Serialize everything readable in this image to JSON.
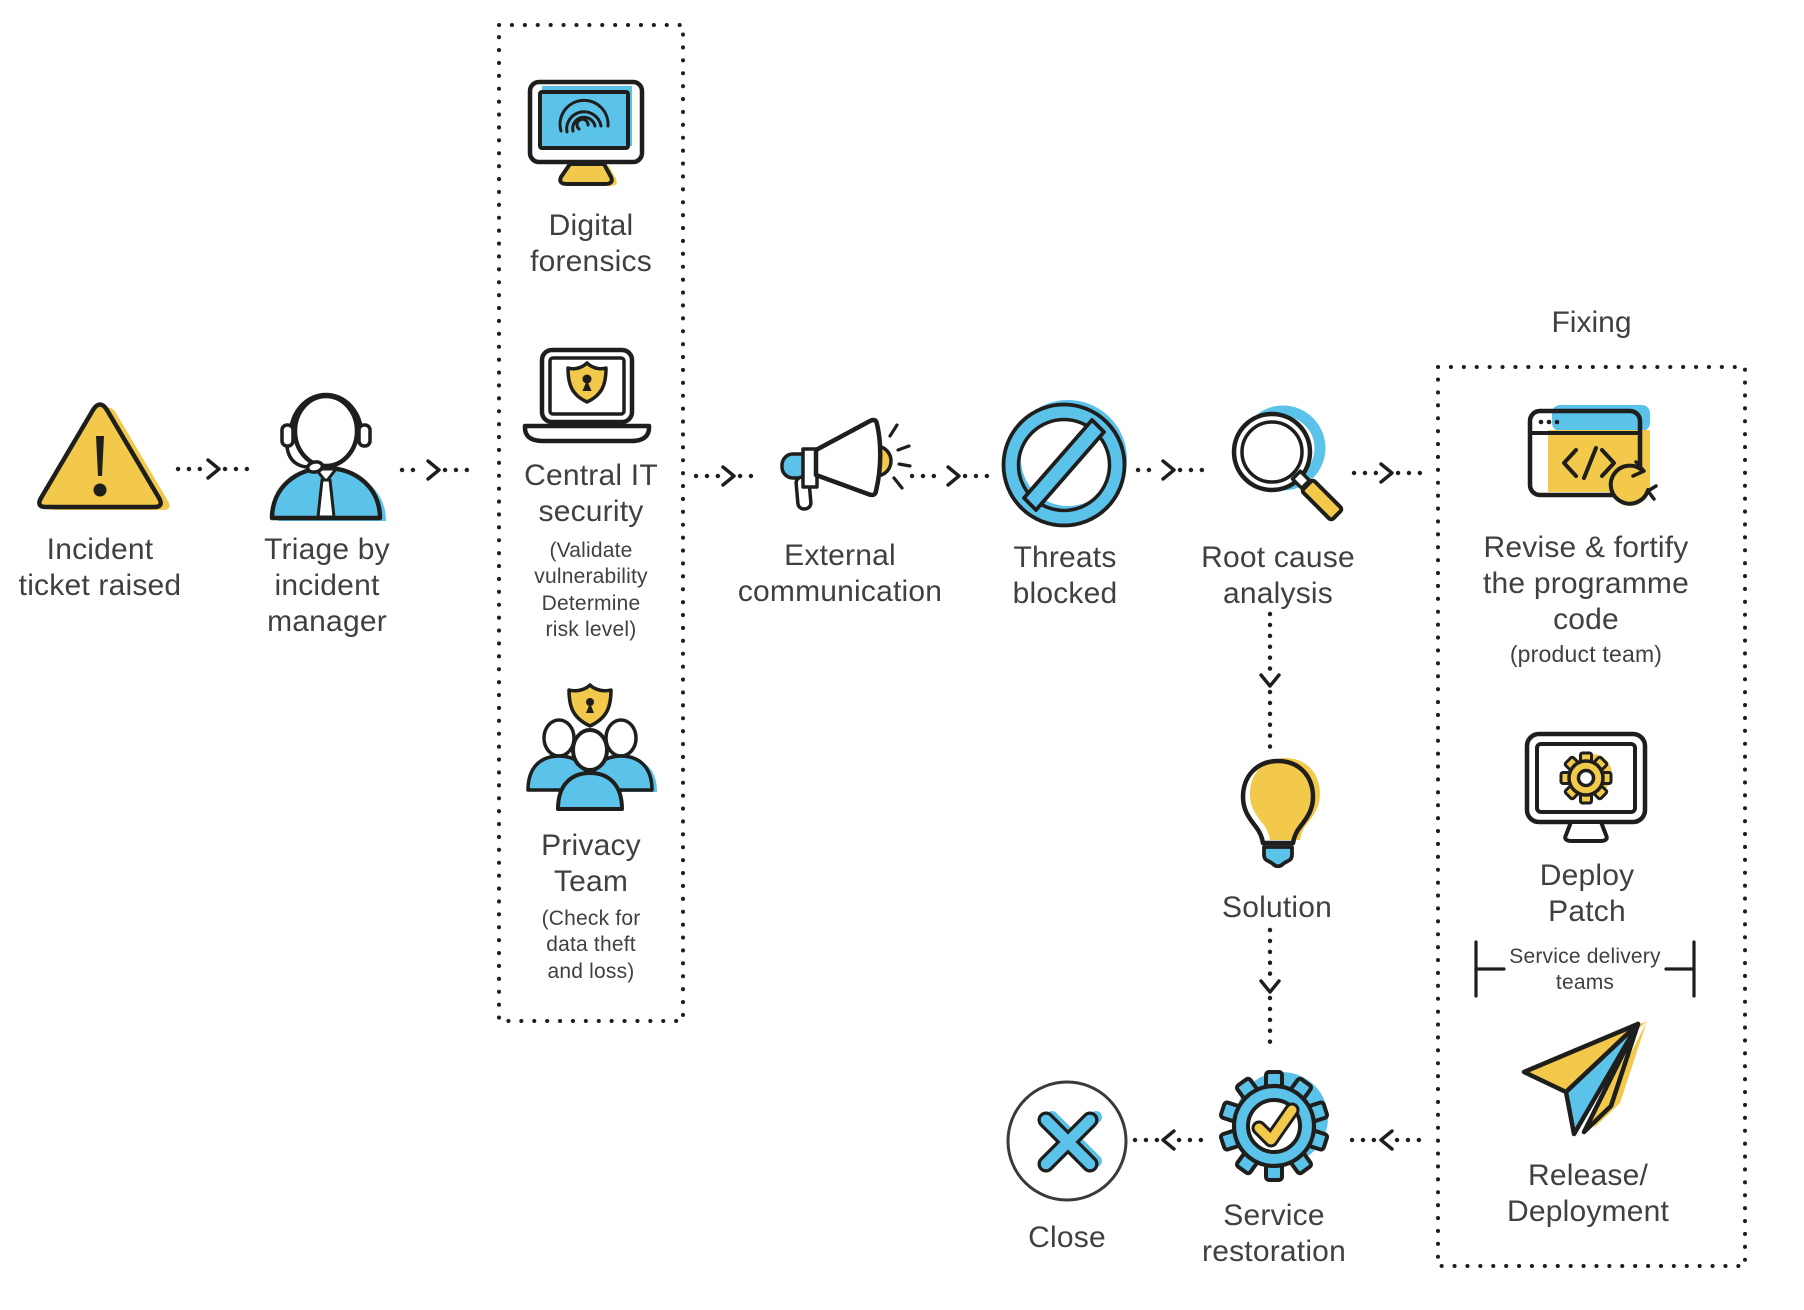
{
  "colors": {
    "yellow": "#F3C94B",
    "blue": "#5BC2E9",
    "ink": "#1e1e1c",
    "text": "#3f4043"
  },
  "nodes": {
    "incident": {
      "label": "Incident\nticket raised"
    },
    "triage": {
      "label": "Triage by\nincident\nmanager"
    },
    "forensics": {
      "label": "Digital\nforensics"
    },
    "central_it": {
      "label": "Central IT\nsecurity",
      "note": "(Validate\nvulnerability\nDetermine\nrisk level)"
    },
    "privacy": {
      "label": "Privacy\nTeam",
      "note": "(Check for\ndata theft\nand loss)"
    },
    "external": {
      "label": "External\ncommunication"
    },
    "threats": {
      "label": "Threats\nblocked"
    },
    "root_cause": {
      "label": "Root cause\nanalysis"
    },
    "fixing": {
      "title": "Fixing"
    },
    "revise": {
      "label": "Revise & fortify\nthe programme\ncode",
      "note": "(product team)"
    },
    "deploy": {
      "label": "Deploy\nPatch"
    },
    "service_delivery": {
      "label": "Service delivery\nteams"
    },
    "release": {
      "label": "Release/\nDeployment"
    },
    "solution": {
      "label": "Solution"
    },
    "restoration": {
      "label": "Service\nrestoration"
    },
    "close": {
      "label": "Close"
    }
  }
}
